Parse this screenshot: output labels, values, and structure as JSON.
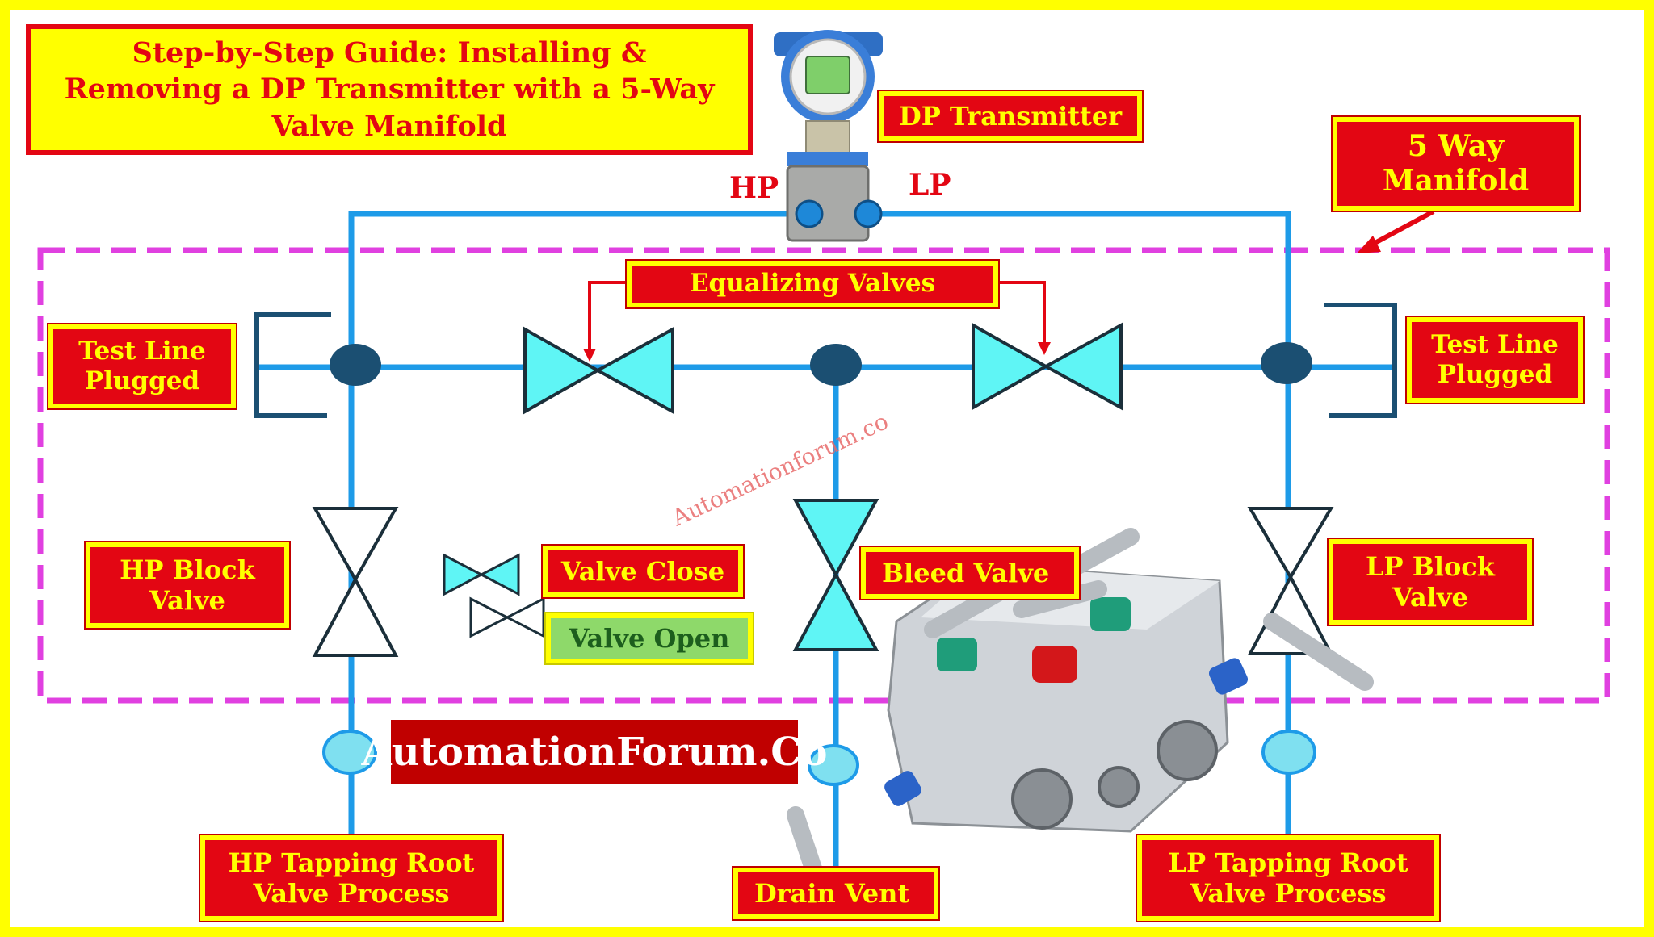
{
  "title": {
    "line1": "Step-by-Step Guide: Installing &",
    "line2": "Removing a DP Transmitter with a 5-Way",
    "line3": "Valve Manifold"
  },
  "labels": {
    "dp_transmitter": "DP Transmitter",
    "hp": "HP",
    "lp": "LP",
    "manifold_line1": "5 Way",
    "manifold_line2": "Manifold",
    "equalizing": "Equalizing Valves",
    "test_line_left_1": "Test Line",
    "test_line_left_2": "Plugged",
    "test_line_right_1": "Test Line",
    "test_line_right_2": "Plugged",
    "hp_block_1": "HP Block",
    "hp_block_2": "Valve",
    "lp_block_1": "LP Block",
    "lp_block_2": "Valve",
    "valve_close": "Valve Close",
    "valve_open": "Valve Open",
    "bleed_valve": "Bleed Valve",
    "hp_tapping_1": "HP Tapping Root",
    "hp_tapping_2": "Valve Process",
    "lp_tapping_1": "LP Tapping Root",
    "lp_tapping_2": "Valve Process",
    "drain_vent": "Drain Vent"
  },
  "brand": "AutomationForum.Co",
  "watermark": "Automationforum.co",
  "colors": {
    "frame": "#ffff00",
    "label_bg": "#e30613",
    "label_text": "#ffff00",
    "pipe": "#1e9be8",
    "valve_closed_fill": "#5ff5f5",
    "manifold_border": "#e040e0",
    "junction": "#1b4f72"
  }
}
